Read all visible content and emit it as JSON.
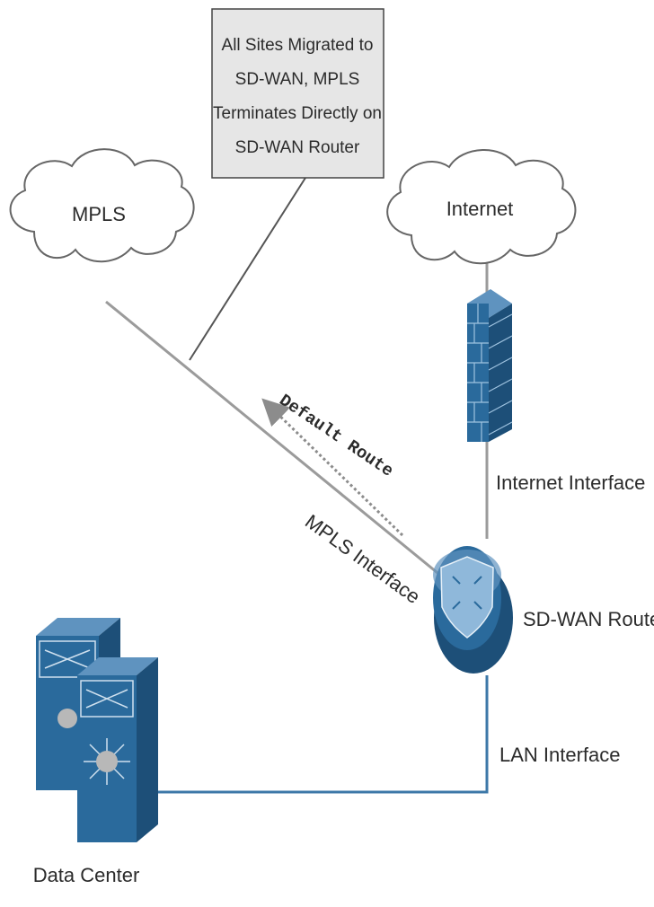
{
  "callout": {
    "lines": [
      "All Sites Migrated to",
      "SD-WAN, MPLS",
      "Terminates Directly on",
      "SD-WAN Router"
    ]
  },
  "clouds": {
    "mpls": "MPLS",
    "internet": "Internet"
  },
  "labels": {
    "default_route": "Default Route",
    "mpls_interface": "MPLS Interface",
    "internet_interface": "Internet Interface",
    "sdwan_router": "SD-WAN Router",
    "lan_interface": "LAN Interface",
    "data_center": "Data Center"
  },
  "colors": {
    "device_blue": "#2a6a9c",
    "device_dark": "#1d4f78",
    "link_gray": "#999999",
    "link_blue": "#3d78a8",
    "callout_fill": "#e6e6e6"
  },
  "icons": {
    "firewall": "firewall-icon",
    "router": "router-icon",
    "switch": "switch-icon"
  }
}
